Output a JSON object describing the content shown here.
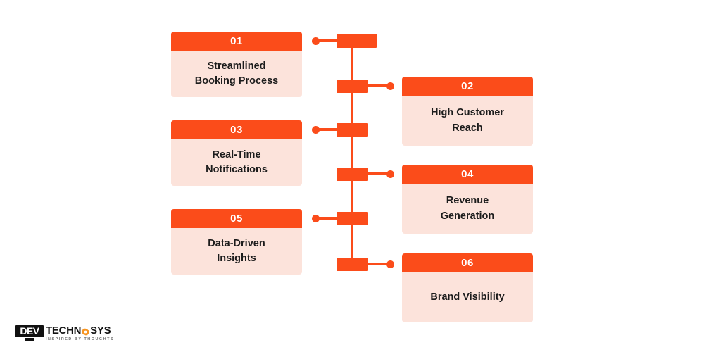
{
  "theme": {
    "accent": "#FB4C1A",
    "card_body_bg": "#FCE3DB",
    "header_text": "#FFFFFF",
    "body_text": "#1C1C1C",
    "page_bg": "#FFFFFF"
  },
  "infographic": {
    "type": "alternating-timeline",
    "steps": [
      {
        "number": "01",
        "title": "Streamlined\nBooking Process",
        "line1": "Streamlined",
        "line2": "Booking Process",
        "side": "left"
      },
      {
        "number": "02",
        "title": "High Customer\nReach",
        "line1": "High Customer",
        "line2": "Reach",
        "side": "right"
      },
      {
        "number": "03",
        "title": "Real-Time\nNotifications",
        "line1": "Real-Time",
        "line2": "Notifications",
        "side": "left"
      },
      {
        "number": "04",
        "title": "Revenue\nGeneration",
        "line1": "Revenue",
        "line2": "Generation",
        "side": "right"
      },
      {
        "number": "05",
        "title": "Data-Driven\nInsights",
        "line1": "Data-Driven",
        "line2": "Insights",
        "side": "left"
      },
      {
        "number": "06",
        "title": "Brand Visibility",
        "line1": "Brand Visibility",
        "line2": "",
        "side": "right"
      }
    ]
  },
  "logo": {
    "mark_text": "DEV",
    "word_before": "TECHN",
    "word_after": "SYS",
    "gear_icon": "gear-icon",
    "tagline": "INSPIRED BY THOUGHTS"
  }
}
